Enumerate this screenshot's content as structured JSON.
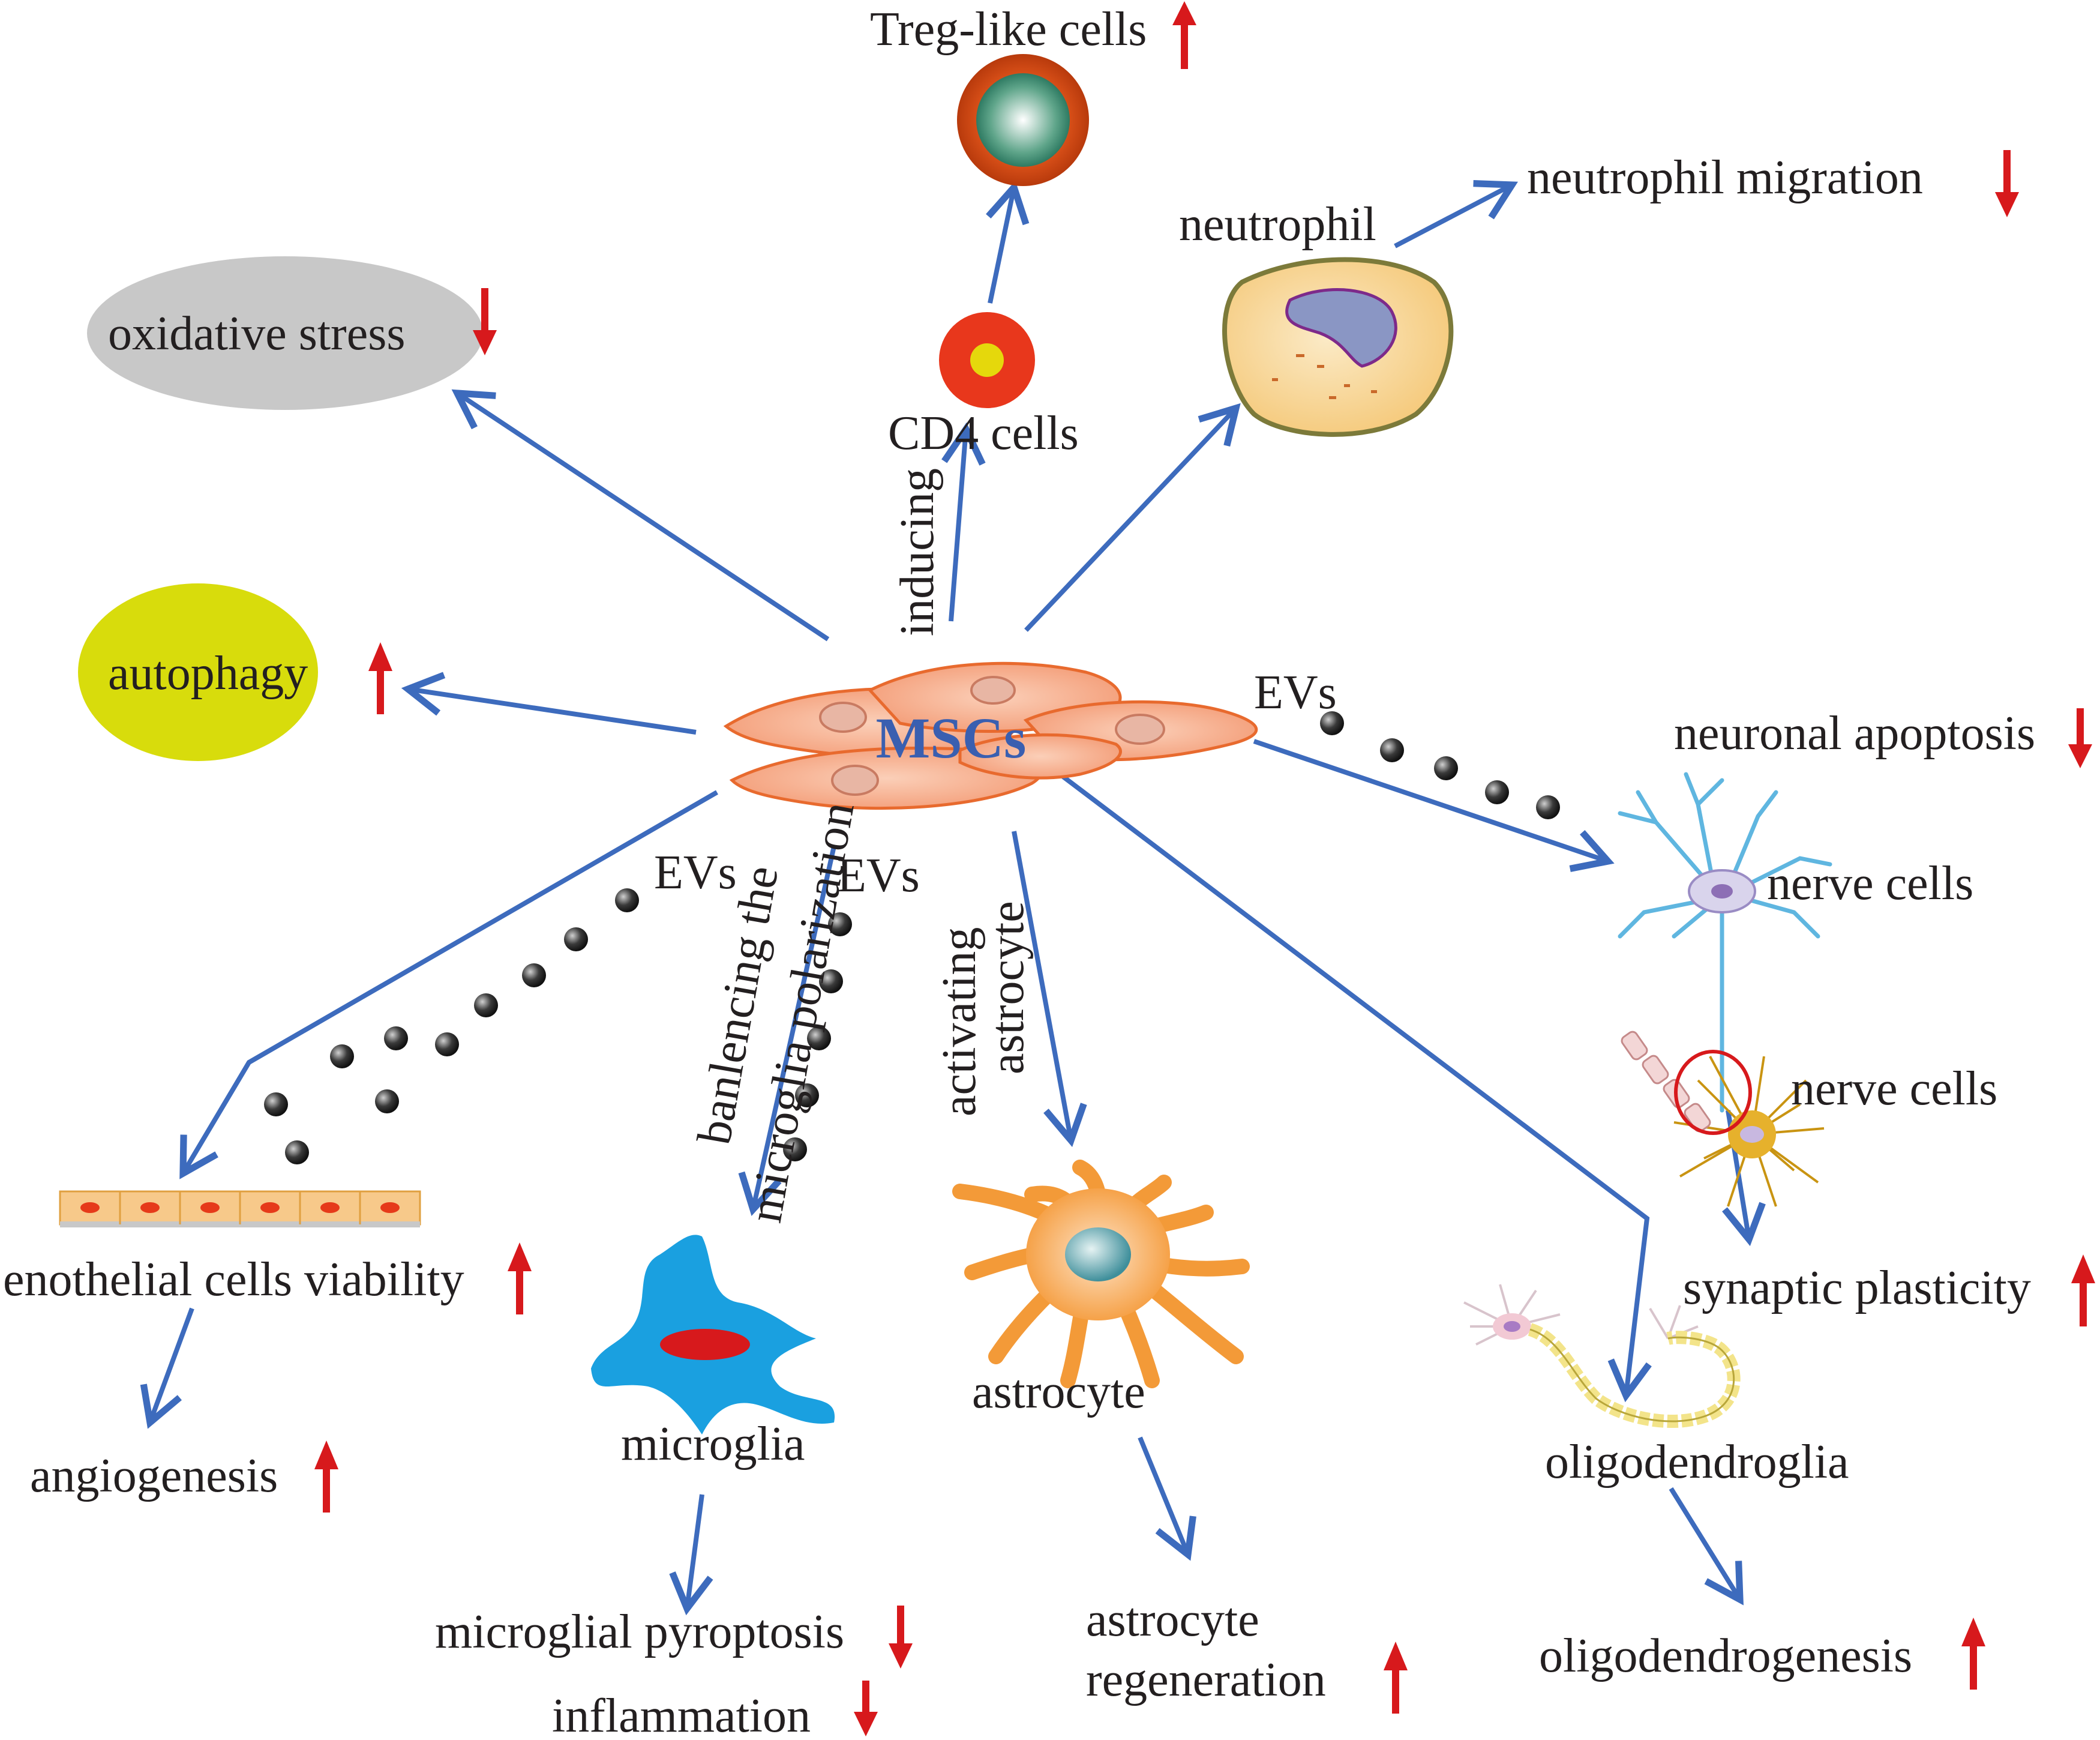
{
  "center": {
    "label": "MSCs"
  },
  "effects": {
    "treg": "Treg-like cells",
    "cd4": "CD4 cells",
    "neutrophil": "neutrophil",
    "neutrophil_migration": "neutrophil migration",
    "oxidative_stress": "oxidative stress",
    "autophagy": "autophagy",
    "neuronal_apoptosis": "neuronal apoptosis",
    "nerve_cells_1": "nerve cells",
    "nerve_cells_2": "nerve cells",
    "synaptic_plasticity": "synaptic plasticity",
    "endothelial_viability": "enothelial cells viability",
    "angiogenesis": "angiogenesis",
    "microglia": "microglia",
    "microglial_pyroptosis": "microglial pyroptosis",
    "inflammation": "inflammation",
    "astrocyte": "astrocyte",
    "astrocyte_regeneration_1": "astrocyte",
    "astrocyte_regeneration_2": "regeneration",
    "oligodendroglia": "oligodendroglia",
    "oligodendrogenesis": "oligodendrogenesis"
  },
  "pathway_labels": {
    "inducing": "inducing",
    "evs_right": "EVs",
    "evs_left": "EVs",
    "evs_mid": "EVs",
    "microglia_pol_1": "banlencing the",
    "microglia_pol_2": "microglia polarization",
    "astro_act_1": "activating",
    "astro_act_2": "astrocyte"
  },
  "colors": {
    "arrow": "#3d6bbd",
    "up_arrow": "#d7191c",
    "down_arrow": "#d7191c",
    "msc_fill": "#f6a98c",
    "msc_stroke": "#e86a2e",
    "text": "#231f20"
  }
}
